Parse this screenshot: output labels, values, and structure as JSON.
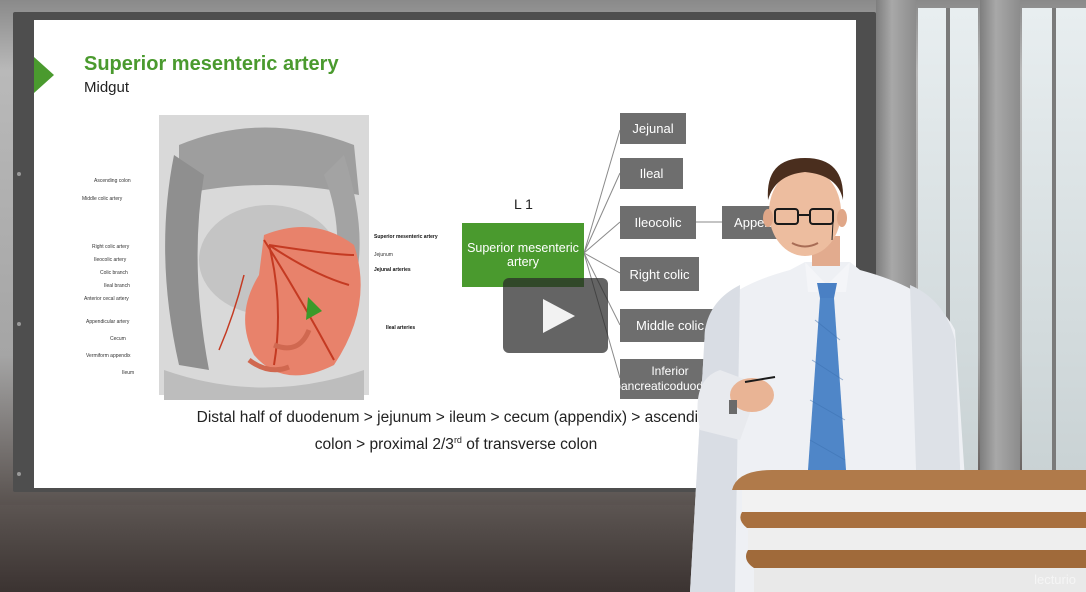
{
  "slide": {
    "title": "Superior mesenteric artery",
    "subtitle": "Midgut",
    "level_label": "L 1",
    "root_node": "Superior mesenteric artery",
    "branches": [
      "Jejunal",
      "Ileal",
      "Ileocolic",
      "Right colic",
      "Middle colic",
      "Inferior pancreaticoduodenal"
    ],
    "sub_branch": "Appendicular",
    "caption_line1": "Distal half of duodenum > jejunum > ileum > cecum (appendix) > ascending",
    "caption_line2_pre": "colon > proximal 2/3",
    "caption_line2_sup": "rd",
    "caption_line2_post": " of transverse colon",
    "anatomy_labels_left": [
      "Ascending colon",
      "Middle colic artery",
      "Right colic artery",
      "Ileocolic artery",
      "Colic branch",
      "Ileal branch",
      "Anterior cecal artery",
      "Appendicular artery",
      "Cecum",
      "Vermiform appendix",
      "Ileum"
    ],
    "anatomy_labels_right": [
      "Superior mesenteric artery",
      "Jejunum",
      "Jejunal arteries",
      "Ileal arteries"
    ]
  },
  "player": {
    "play_icon": "play-icon",
    "watermark": "lecturio"
  },
  "colors": {
    "accent_green": "#4a9a2e",
    "node_gray": "#6e6e6e"
  }
}
